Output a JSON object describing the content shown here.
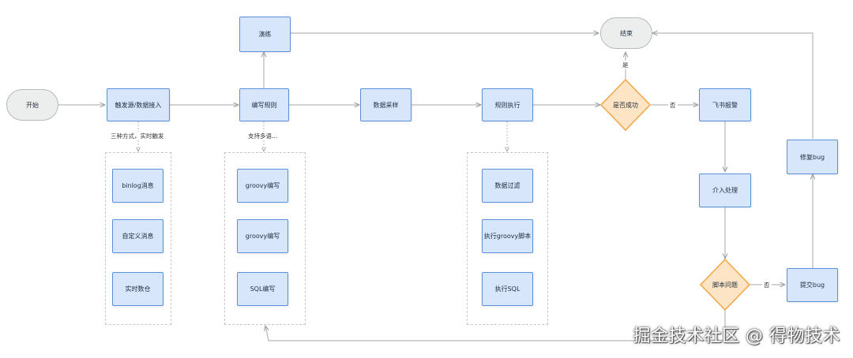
{
  "nodes": {
    "start": "开始",
    "trigger": "触发源/数据接入",
    "write_rule": "编写规则",
    "drill": "演练",
    "sampling": "数据采样",
    "execute": "规则执行",
    "success": "是否成功",
    "end": "结束",
    "feishu_alert": "飞书报警",
    "intervene": "介入处理",
    "script_issue": "脚本问题",
    "submit_bug": "提交bug",
    "fix_bug": "修复bug",
    "binlog": "binlog消息",
    "custom_msg": "自定义消息",
    "realtime_warehouse": "实时数仓",
    "groovy_write_1": "groovy编写",
    "groovy_write_2": "groovy编写",
    "sql_write": "SQL编写",
    "data_filter": "数据过滤",
    "exec_groovy": "执行groovy脚本",
    "exec_sql": "执行SQL"
  },
  "edge_labels": {
    "three_ways": "三种方式，实时触发",
    "multi_lang": "支持多语…",
    "yes": "是",
    "no_1": "否",
    "no_2": "否"
  },
  "watermark": "掘金技术社区 @ 得物技术",
  "colors": {
    "process_fill": "#d8e6fb",
    "process_stroke": "#5b8fd9",
    "decision_fill": "#fde4c4",
    "decision_stroke": "#f0a645",
    "terminal_fill": "#eceeee",
    "edge": "#b3b8bd"
  }
}
